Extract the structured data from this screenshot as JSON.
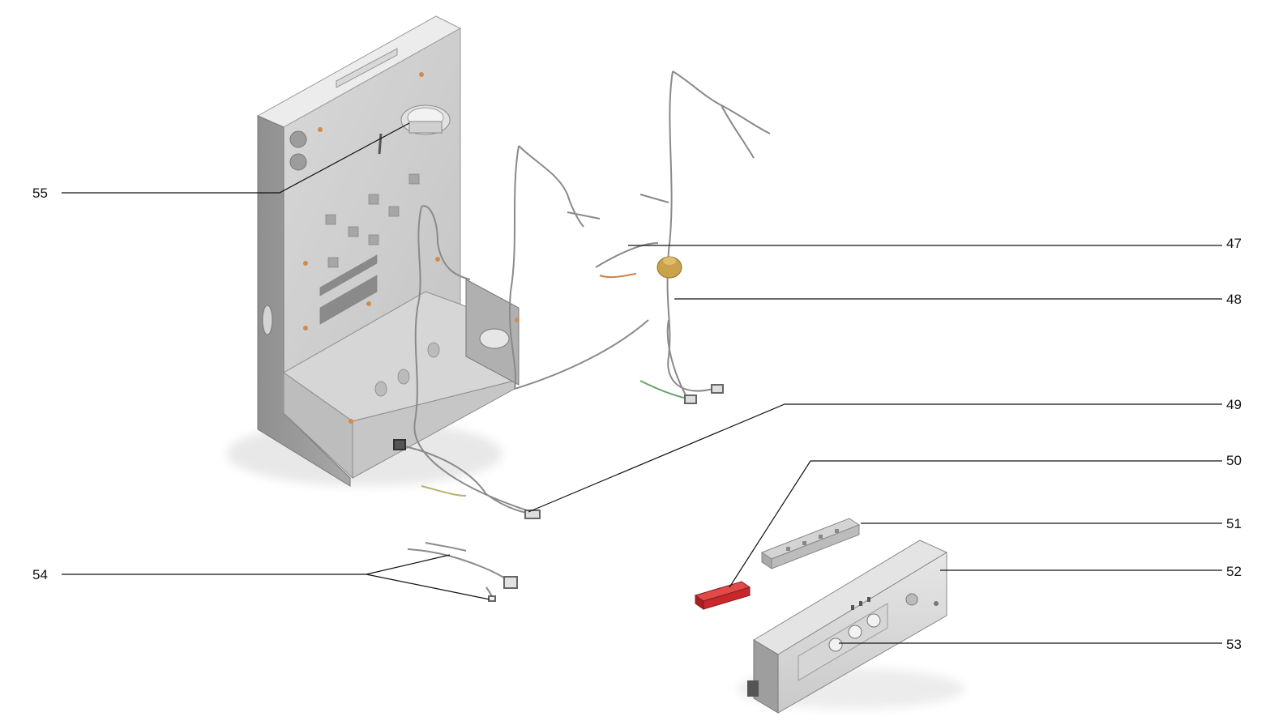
{
  "callouts": {
    "c47": "47",
    "c48": "48",
    "c49": "49",
    "c50": "50",
    "c51": "51",
    "c52": "52",
    "c53": "53",
    "c54": "54",
    "c55": "55"
  },
  "colors": {
    "frame_light": "#dcdcdc",
    "frame_mid": "#b9b9b9",
    "frame_dark": "#8e8e8e",
    "wire": "#8a8a8a",
    "grommet": "#c9a24a",
    "connector_red": "#c8282c",
    "leader": "#111111"
  }
}
